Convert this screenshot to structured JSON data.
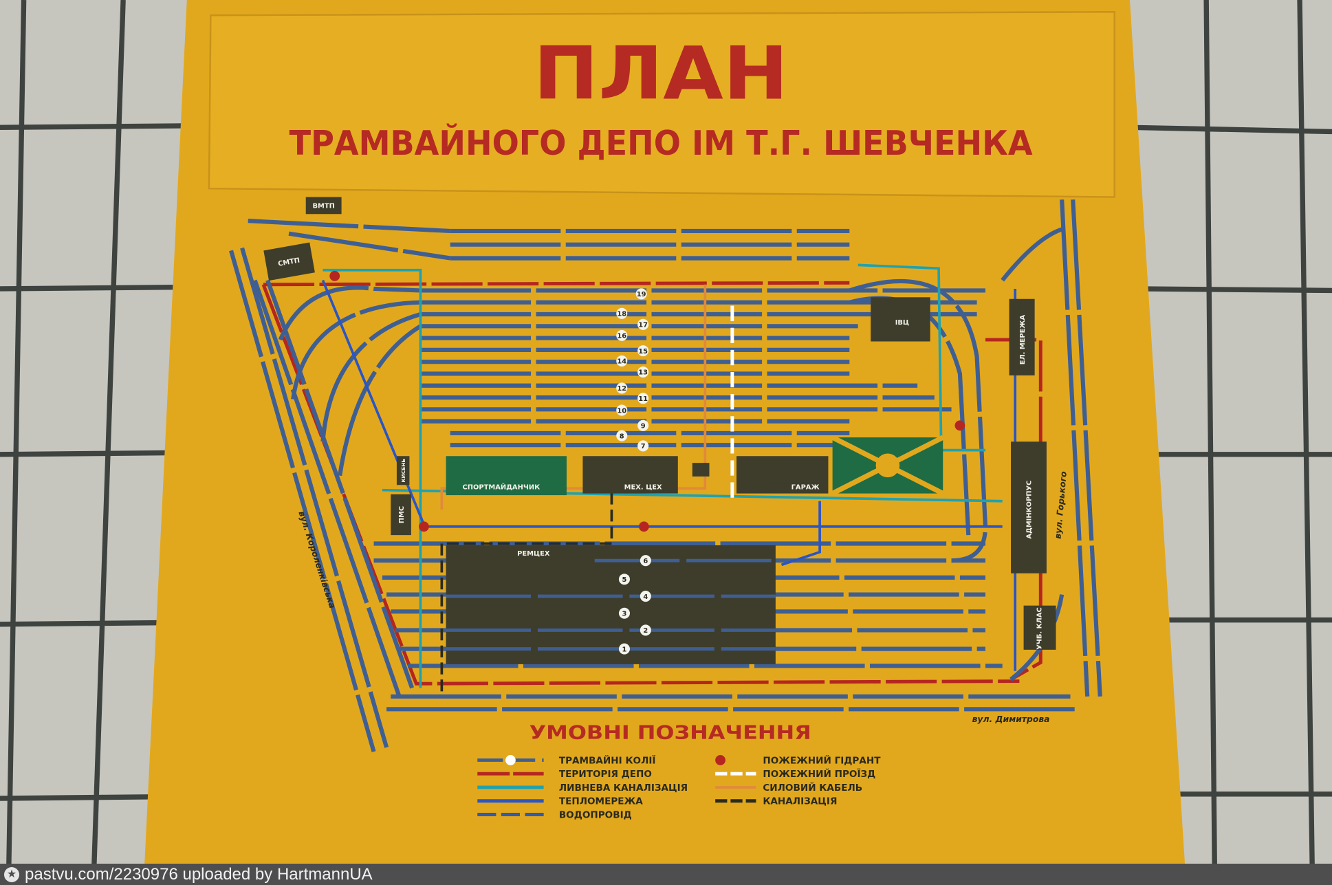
{
  "title": "ПЛАН",
  "subtitle": "ТРАМВАЙНОГО ДЕПО ІМ Т.Г. ШЕВЧЕНКА",
  "buildings": {
    "vmtp": "ВМТП",
    "smtp": "СМТП",
    "ivc": "ІВЦ",
    "el_merezha": "ЕЛ. МЕРЕЖА",
    "sportmaidanchyk": "СПОРТМАЙДАНЧИК",
    "meh_ceh": "МЕХ. ЦЕХ",
    "garazh": "ГАРАЖ",
    "kysen": "КИСЕНЬ",
    "pms": "ПМС",
    "remceh": "РЕМЦЕХ",
    "admincorpus": "АДМІНКОРПУС",
    "uchb_klas": "УЧБ. КЛАС"
  },
  "streets": {
    "korolenkivska": "вул. Короленківська",
    "gorkogo": "вул. Горького",
    "dymytrova": "вул. Димитрова"
  },
  "track_numbers": [
    "1",
    "2",
    "3",
    "4",
    "5",
    "6",
    "7",
    "8",
    "9",
    "10",
    "11",
    "12",
    "13",
    "14",
    "15",
    "16",
    "17",
    "18",
    "19"
  ],
  "legend": {
    "title": "УМОВНІ ПОЗНАЧЕННЯ",
    "items": [
      {
        "label": "ТРАМВАЙНІ КОЛІЇ",
        "color": "#3f5f93"
      },
      {
        "label": "ТЕРИТОРІЯ ДЕПО",
        "color": "#b4261f"
      },
      {
        "label": "ЛИВНЕВА КАНАЛІЗАЦІЯ",
        "color": "#1fa2b0"
      },
      {
        "label": "ТЕПЛОМЕРЕЖА",
        "color": "#2b55c4"
      },
      {
        "label": "ВОДОПРОВІД",
        "color": "#2f5bb0"
      },
      {
        "label": "ПОЖЕЖНИЙ ГІДРАНТ",
        "color": "#b4261f"
      },
      {
        "label": "ПОЖЕЖНИЙ ПРОЇЗД",
        "color": "#ffffff"
      },
      {
        "label": "СИЛОВИЙ КАБЕЛЬ",
        "color": "#e08a3a"
      },
      {
        "label": "КАНАЛІЗАЦІЯ",
        "color": "#2a2a1e"
      }
    ]
  },
  "footer": {
    "text": "pastvu.com/2230976  uploaded by HartmannUA"
  }
}
